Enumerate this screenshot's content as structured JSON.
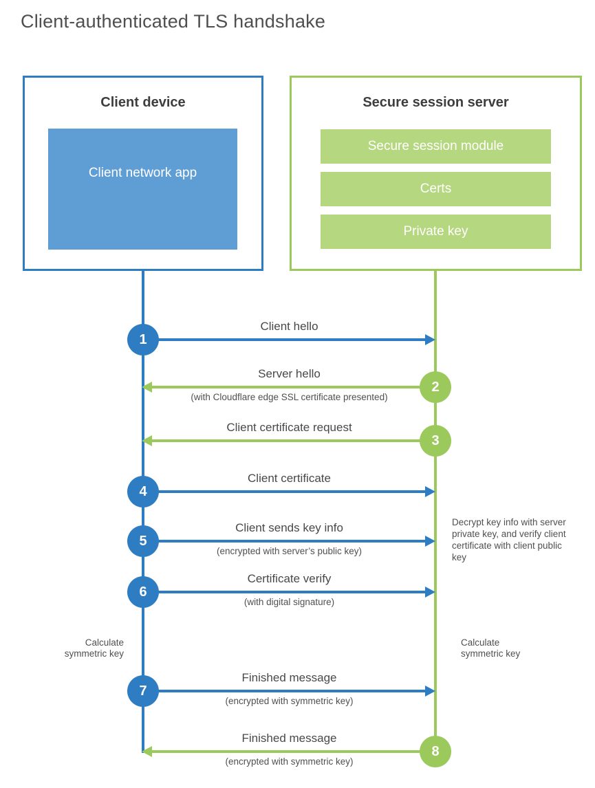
{
  "title": "Client-authenticated TLS handshake",
  "client_box": {
    "title": "Client device",
    "app": "Client network app"
  },
  "server_box": {
    "title": "Secure session server",
    "modules": [
      "Secure session module",
      "Certs",
      "Private key"
    ]
  },
  "steps": [
    {
      "num": "1",
      "actor": "client",
      "direction": "right",
      "label": "Client hello",
      "sublabel": ""
    },
    {
      "num": "2",
      "actor": "server",
      "direction": "left",
      "label": "Server hello",
      "sublabel": "(with Cloudflare edge SSL certificate presented)"
    },
    {
      "num": "3",
      "actor": "server",
      "direction": "left",
      "label": "Client certificate request",
      "sublabel": ""
    },
    {
      "num": "4",
      "actor": "client",
      "direction": "right",
      "label": "Client certificate",
      "sublabel": ""
    },
    {
      "num": "5",
      "actor": "client",
      "direction": "right",
      "label": "Client sends key info",
      "sublabel": "(encrypted with server’s public key)"
    },
    {
      "num": "6",
      "actor": "client",
      "direction": "right",
      "label": "Certificate verify",
      "sublabel": "(with digital signature)"
    },
    {
      "num": "7",
      "actor": "client",
      "direction": "right",
      "label": "Finished message",
      "sublabel": "(encrypted with symmetric key)"
    },
    {
      "num": "8",
      "actor": "server",
      "direction": "left",
      "label": "Finished message",
      "sublabel": "(encrypted with symmetric key)"
    }
  ],
  "notes": {
    "decrypt": "Decrypt key info with server private key, and verify client certificate with client public key",
    "calc_client": "Calculate symmetric key",
    "calc_server": "Calculate symmetric key"
  },
  "colors": {
    "client_blue": "#2e7cc1",
    "client_blue_fill": "#5f9dd5",
    "server_green": "#9cc95c",
    "server_green_fill": "#b5d77f",
    "heading_text": "#3d3d3d",
    "note_text": "#4f4f4f"
  }
}
